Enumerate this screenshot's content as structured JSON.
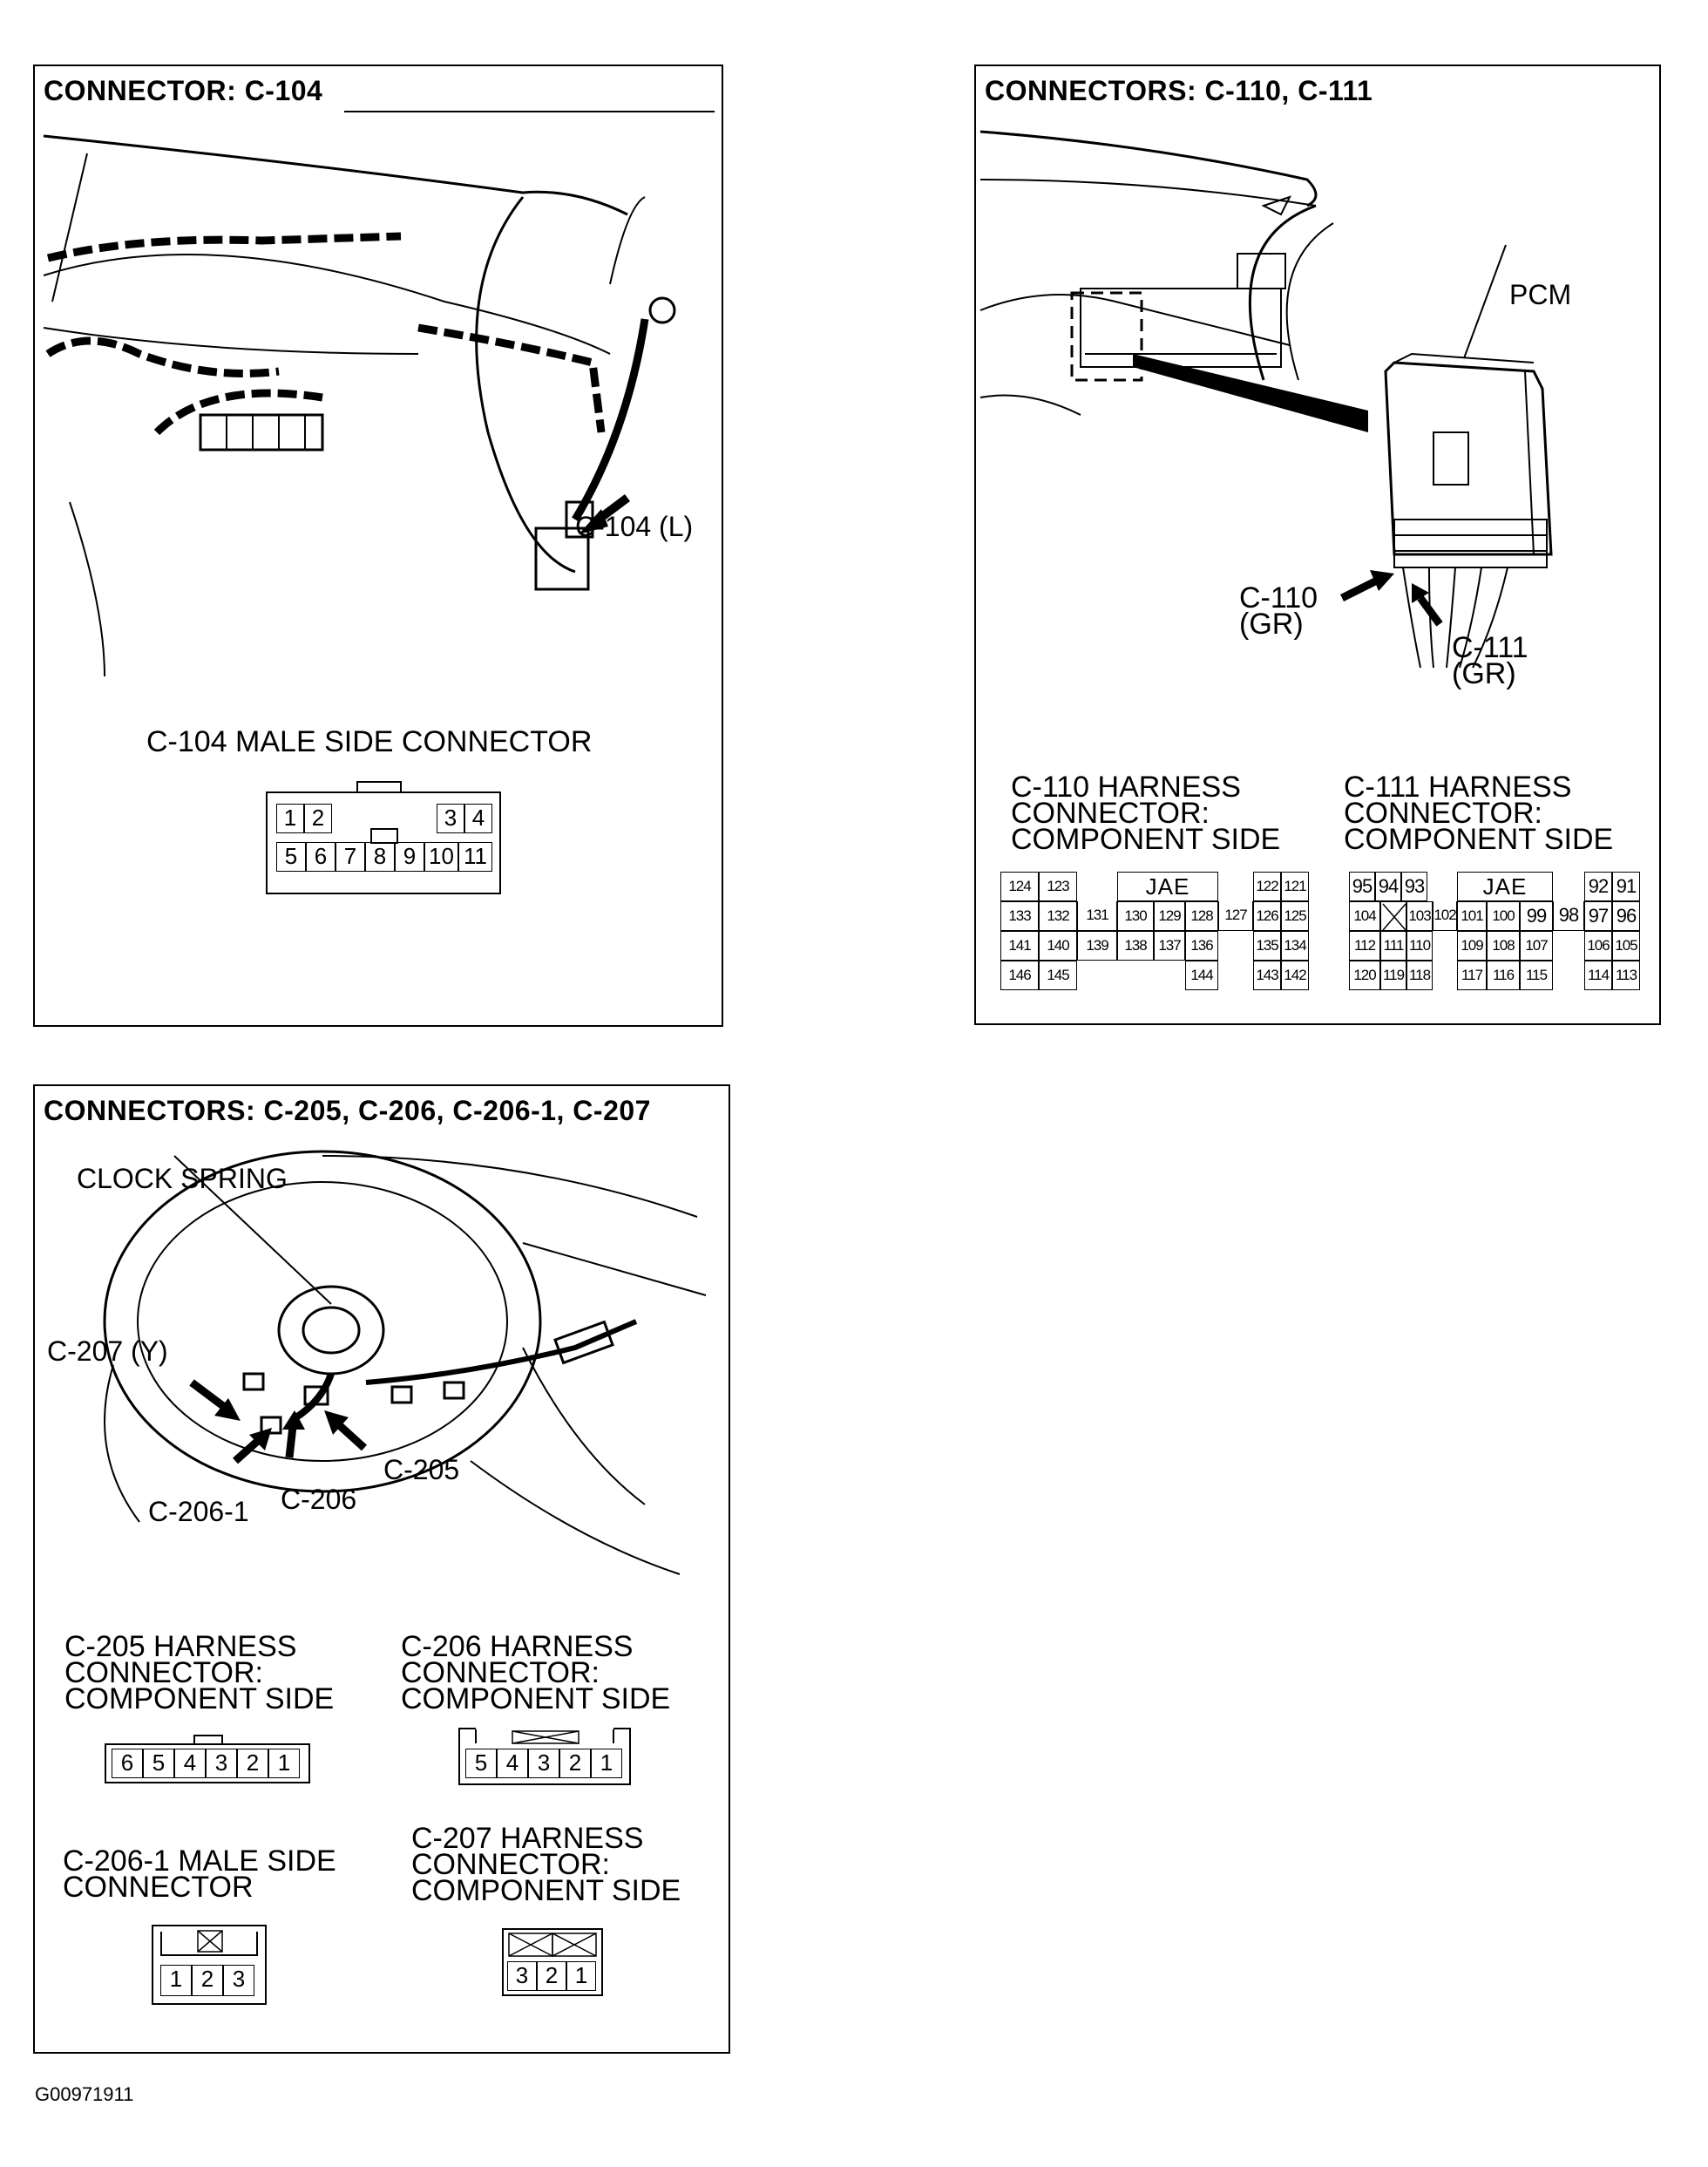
{
  "panel_c104": {
    "title": "CONNECTOR: C-104",
    "callout": "C-104 (L)",
    "connector_label": "C-104 MALE SIDE CONNECTOR",
    "pins_top": [
      "1",
      "2",
      "3",
      "4"
    ],
    "pins_bottom": [
      "5",
      "6",
      "7",
      "8",
      "9",
      "10",
      "11"
    ]
  },
  "panel_c110": {
    "title": "CONNECTORS: C-110, C-111",
    "pcm_label": "PCM",
    "callout_c110": [
      "C-110",
      "(GR)"
    ],
    "callout_c111": [
      "C-111",
      "(GR)"
    ],
    "c110_label": [
      "C-110 HARNESS",
      "CONNECTOR:",
      "COMPONENT SIDE"
    ],
    "c111_label": [
      "C-111 HARNESS",
      "CONNECTOR:",
      "COMPONENT SIDE"
    ],
    "jae": "JAE",
    "c110_rows": [
      [
        "124",
        "123",
        "JAE",
        "122",
        "121"
      ],
      [
        "133",
        "132",
        "131",
        "130",
        "129",
        "128",
        "127",
        "126",
        "125"
      ],
      [
        "141",
        "140",
        "139",
        "138",
        "137",
        "136",
        "135",
        "134"
      ],
      [
        "146",
        "145",
        "144",
        "143",
        "142"
      ]
    ],
    "c111_rows": [
      [
        "95",
        "94",
        "93",
        "JAE",
        "92",
        "91"
      ],
      [
        "104",
        "103",
        "102",
        "101",
        "100",
        "99",
        "98",
        "97",
        "96"
      ],
      [
        "112",
        "111",
        "110",
        "109",
        "108",
        "107",
        "106",
        "105"
      ],
      [
        "120",
        "119",
        "118",
        "117",
        "116",
        "115",
        "114",
        "113"
      ]
    ]
  },
  "panel_c205": {
    "title": "CONNECTORS: C-205, C-206, C-206-1, C-207",
    "clock_spring": "CLOCK SPRING",
    "callout_c207": "C-207 (Y)",
    "callout_c2061": "C-206-1",
    "callout_c206": "C-206",
    "callout_c205": "C-205",
    "c205_label": [
      "C-205 HARNESS",
      "CONNECTOR:",
      "COMPONENT SIDE"
    ],
    "c206_label": [
      "C-206 HARNESS",
      "CONNECTOR:",
      "COMPONENT SIDE"
    ],
    "c2061_label": [
      "C-206-1 MALE SIDE",
      "CONNECTOR"
    ],
    "c207_label": [
      "C-207 HARNESS",
      "CONNECTOR:",
      "COMPONENT SIDE"
    ],
    "c205_pins": [
      "6",
      "5",
      "4",
      "3",
      "2",
      "1"
    ],
    "c206_pins": [
      "5",
      "4",
      "3",
      "2",
      "1"
    ],
    "c2061_pins": [
      "1",
      "2",
      "3"
    ],
    "c207_pins": [
      "3",
      "2",
      "1"
    ]
  },
  "footer": "G00971911"
}
